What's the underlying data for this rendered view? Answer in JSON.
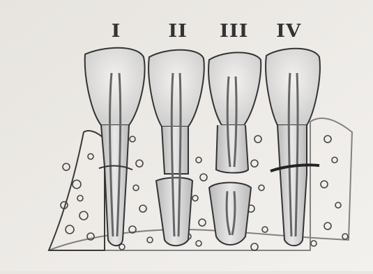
{
  "labels": [
    "I",
    "II",
    "III",
    "IV"
  ],
  "colors": {
    "paper": "#efecE8",
    "ink": "#3a3a3a",
    "pulp": "#9a9a9a",
    "tooth_shade": "#c9c9c9"
  }
}
